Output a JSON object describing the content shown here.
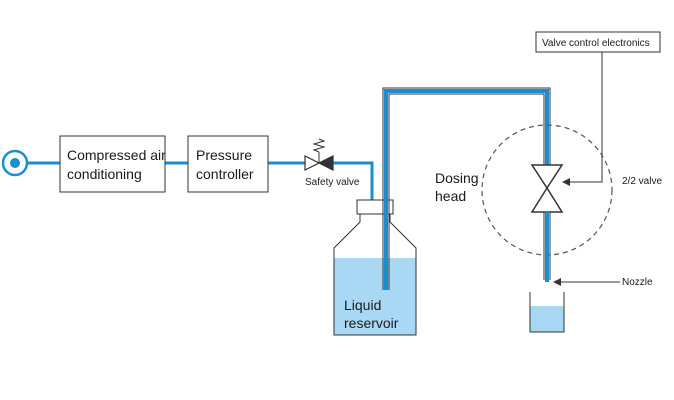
{
  "diagram": {
    "colors": {
      "pipe": "#1a8fd0",
      "liquid": "#a9d8f5",
      "stroke": "#333333",
      "dashed": "#555555"
    },
    "labels": {
      "compressed_air_1": "Compressed air",
      "compressed_air_2": "conditioning",
      "pressure_controller_1": "Pressure",
      "pressure_controller_2": "controller",
      "safety_valve": "Safety valve",
      "liquid_reservoir_1": "Liquid",
      "liquid_reservoir_2": "reservoir",
      "dosing_head_1": "Dosing",
      "dosing_head_2": "head",
      "valve_control_electronics": "Valve control electronics",
      "two_two_valve": "2/2 valve",
      "nozzle": "Nozzle"
    },
    "icons": {
      "air_source": "concentric-circle-icon",
      "safety_valve": "spring-loaded-valve-icon",
      "two_two_valve": "bowtie-valve-icon"
    }
  }
}
